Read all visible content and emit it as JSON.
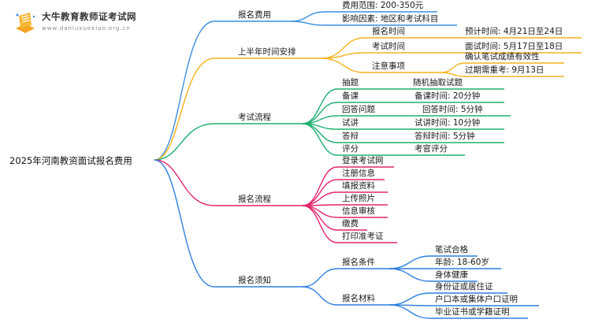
{
  "brand": {
    "name": "大牛教育教师证考试网",
    "url": "www.daniuxuexiao.org.cn"
  },
  "mindmap": {
    "root": "2025年河南教资面试报名费用",
    "branches": [
      {
        "label": "报名费用",
        "color": "#3d8fe0",
        "children": [
          {
            "label": "费用范围: 200-350元"
          },
          {
            "label": "影响因素: 地区和考试科目"
          }
        ]
      },
      {
        "label": "上半年时间安排",
        "color": "#f5b21b",
        "children": [
          {
            "label": "报名时间",
            "children": [
              {
                "label": "预计时间: 4月21日至24日"
              }
            ]
          },
          {
            "label": "考试时间",
            "children": [
              {
                "label": "面试时间: 5月17日至18日"
              }
            ]
          },
          {
            "label": "注意事项",
            "children": [
              {
                "label": "确认笔试成绩有效性"
              },
              {
                "label": "过期需重考: 9月13日"
              }
            ]
          }
        ]
      },
      {
        "label": "考试流程",
        "color": "#1fb070",
        "children": [
          {
            "label": "抽题",
            "children": [
              {
                "label": "随机抽取试题"
              }
            ]
          },
          {
            "label": "备课",
            "children": [
              {
                "label": "备课时间: 20分钟"
              }
            ]
          },
          {
            "label": "回答问题",
            "children": [
              {
                "label": "回答时间: 5分钟"
              }
            ]
          },
          {
            "label": "试讲",
            "children": [
              {
                "label": "试讲时间: 10分钟"
              }
            ]
          },
          {
            "label": "答辩",
            "children": [
              {
                "label": "答辩时间: 5分钟"
              }
            ]
          },
          {
            "label": "评分",
            "children": [
              {
                "label": "考官评分"
              }
            ]
          }
        ]
      },
      {
        "label": "报名流程",
        "color": "#e3246b",
        "children": [
          {
            "label": "登录考试网"
          },
          {
            "label": "注册信息"
          },
          {
            "label": "填报资料"
          },
          {
            "label": "上传照片"
          },
          {
            "label": "信息审核"
          },
          {
            "label": "缴费"
          },
          {
            "label": "打印准考证"
          }
        ]
      },
      {
        "label": "报名须知",
        "color": "#2f7fe0",
        "children": [
          {
            "label": "报名条件",
            "children": [
              {
                "label": "笔试合格"
              },
              {
                "label": "年龄: 18-60岁"
              },
              {
                "label": "身体健康"
              }
            ]
          },
          {
            "label": "报名材料",
            "children": [
              {
                "label": "身份证或居住证"
              },
              {
                "label": "户口本或集体户口证明"
              },
              {
                "label": "毕业证书或学籍证明"
              }
            ]
          }
        ]
      }
    ]
  }
}
